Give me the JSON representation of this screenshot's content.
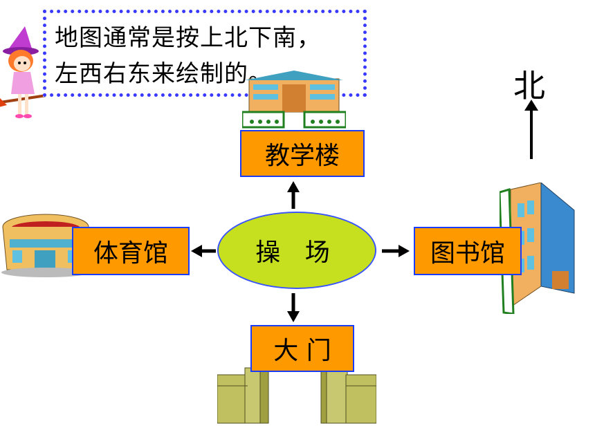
{
  "note": {
    "line1": "地图通常是按上北下南，",
    "line2": "左西右东来绘制的。"
  },
  "compass": {
    "north_label": "北"
  },
  "center": {
    "label": "操 场"
  },
  "places": {
    "north": "教学楼",
    "west": "体育馆",
    "east": "图书馆",
    "south": "大 门"
  },
  "colors": {
    "box_fill": "#ff9900",
    "box_border": "#1a3cff",
    "ellipse_fill": "#c6e020",
    "note_border": "#3a3aff"
  }
}
